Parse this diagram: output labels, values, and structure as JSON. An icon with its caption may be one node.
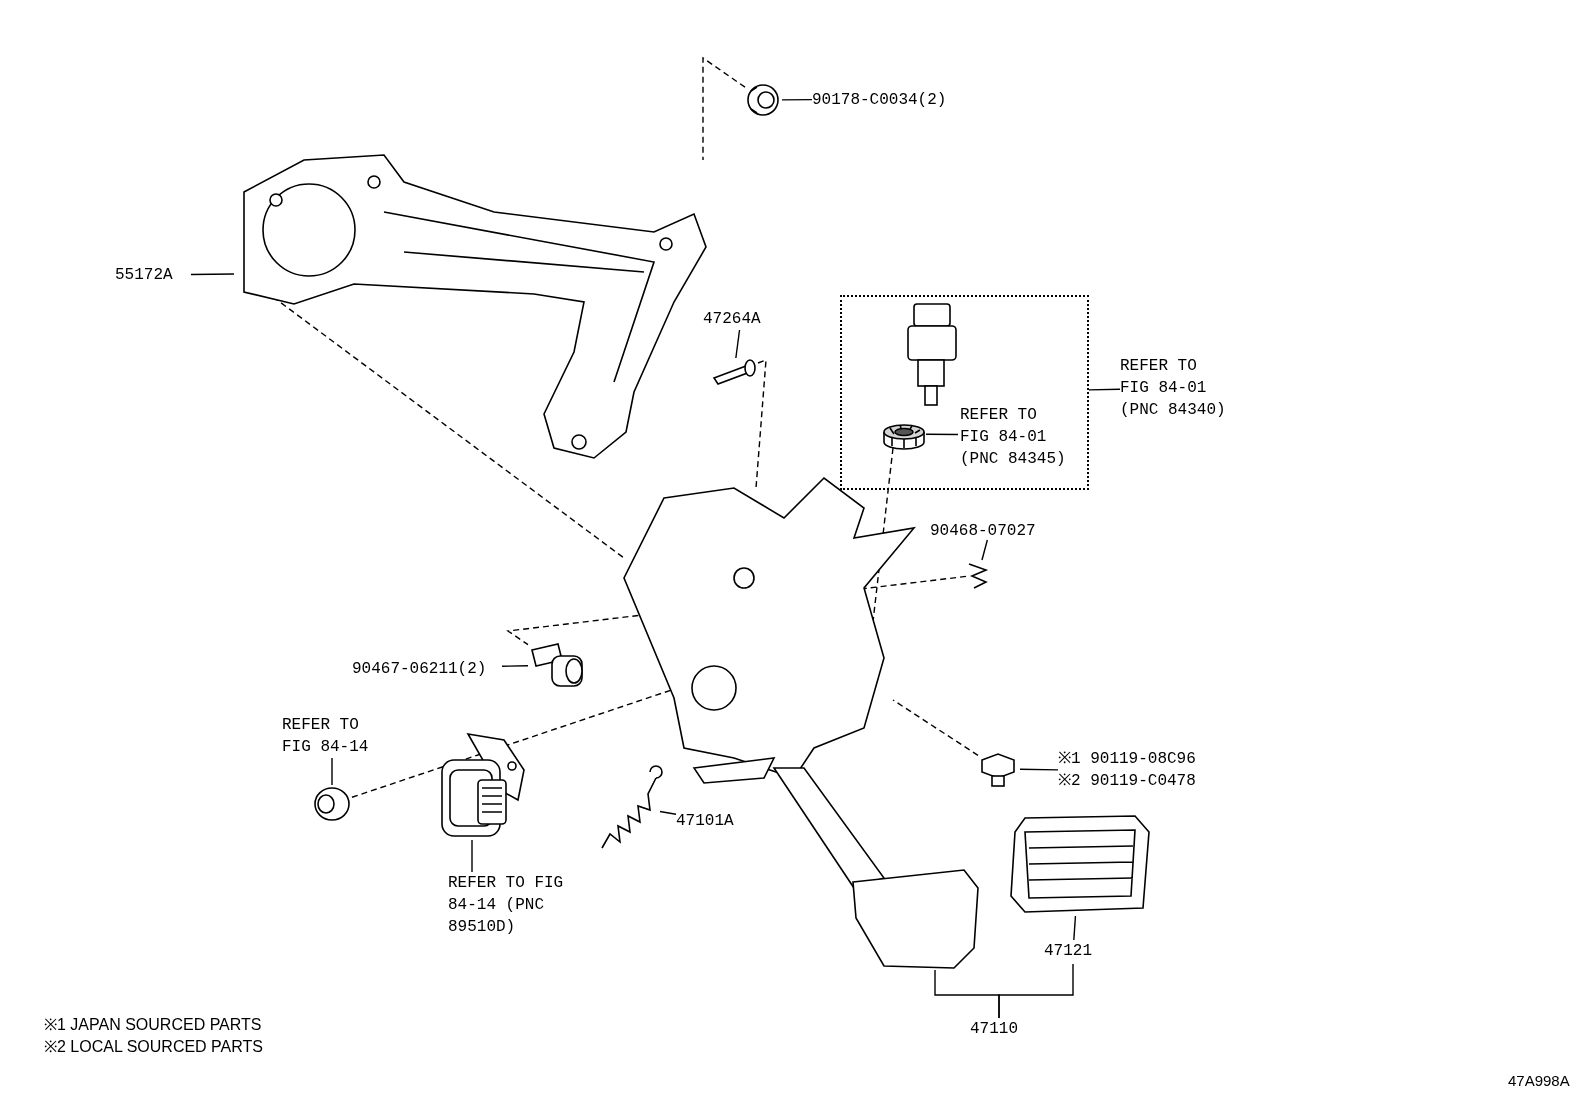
{
  "diagram": {
    "nodes": [
      {
        "text": [
          "90178-C0034(2)"
        ]
      },
      {
        "text": [],
        "shape": "picture"
      },
      {
        "text": [
          "55172A"
        ]
      },
      {
        "text": [],
        "shape": "picture"
      },
      {
        "text": [
          "47264A"
        ]
      },
      {
        "text": [],
        "shape": "picture"
      },
      {
        "text": [],
        "shape": "box"
      },
      {
        "text": [
          "REFER TO FIG 84-01 (PNC 84340)"
        ]
      },
      {
        "text": [],
        "shape": "picture",
        "in": 6
      },
      {
        "text": [],
        "shape": "cylinder",
        "in": 6
      },
      {
        "text": [
          "REFER TO FIG 84-01 (PNC 84345)"
        ],
        "in": 6
      },
      {
        "text": [
          "90468-07027"
        ]
      },
      {
        "text": [],
        "shape": "picture"
      },
      {
        "text": [
          "90467-06211(2)"
        ]
      },
      {
        "text": [],
        "shape": "picture"
      },
      {
        "text": [
          "REFER TO FIG 84-14"
        ]
      },
      {
        "text": [],
        "shape": "picture"
      },
      {
        "text": [],
        "shape": "picture"
      },
      {
        "text": [
          "REFER TO FIG 84-14 (PNC 89510D)"
        ]
      },
      {
        "text": [],
        "shape": "picture"
      },
      {
        "text": [
          "47101A"
        ]
      },
      {
        "text": [
          "※1 90119-08C96",
          "※2 90119-C0478"
        ]
      },
      {
        "text": [],
        "shape": "picture"
      },
      {
        "text": [],
        "shape": "picture"
      },
      {
        "text": [],
        "shape": "picture"
      },
      {
        "text": [
          "47121"
        ]
      },
      {
        "text": [
          "47110"
        ]
      }
    ],
    "edges": [
      {
        "from": 0,
        "to": 1,
        "arrow": "none"
      },
      {
        "from": 2,
        "to": 3,
        "arrow": "none"
      },
      {
        "from": 4,
        "to": 5,
        "arrow": "none"
      },
      {
        "from": 7,
        "to": 6,
        "arrow": "none"
      },
      {
        "from": 10,
        "to": 9,
        "arrow": "none"
      },
      {
        "from": 11,
        "to": 12,
        "arrow": "none"
      },
      {
        "from": 13,
        "to": 14,
        "arrow": "none"
      },
      {
        "from": 15,
        "to": 16,
        "arrow": "none"
      },
      {
        "from": 18,
        "to": 17,
        "arrow": "none"
      },
      {
        "from": 20,
        "to": 19,
        "arrow": "none"
      },
      {
        "from": 21,
        "to": 22,
        "arrow": "none"
      },
      {
        "from": 26,
        "to": 23,
        "arrow": "none"
      },
      {
        "from": 26,
        "to": 25,
        "arrow": "none"
      },
      {
        "from": 25,
        "to": 24,
        "arrow": "none"
      },
      {
        "from": 1,
        "to": 3,
        "arrow": "none",
        "style": "dashed"
      },
      {
        "from": 3,
        "to": 23,
        "arrow": "none",
        "style": "dashed"
      },
      {
        "from": 5,
        "to": 23,
        "arrow": "none",
        "style": "dashed"
      },
      {
        "from": 9,
        "to": 23,
        "arrow": "none",
        "style": "dashed"
      },
      {
        "from": 12,
        "to": 14,
        "arrow": "none",
        "style": "dashed"
      },
      {
        "from": 16,
        "to": 23,
        "arrow": "none",
        "style": "dashed"
      },
      {
        "from": 22,
        "to": 23,
        "arrow": "none",
        "style": "dashed"
      }
    ],
    "labels": [
      "※1 JAPAN SOURCED PARTS",
      "※2 LOCAL SOURCED PARTS",
      "47A998A"
    ]
  }
}
